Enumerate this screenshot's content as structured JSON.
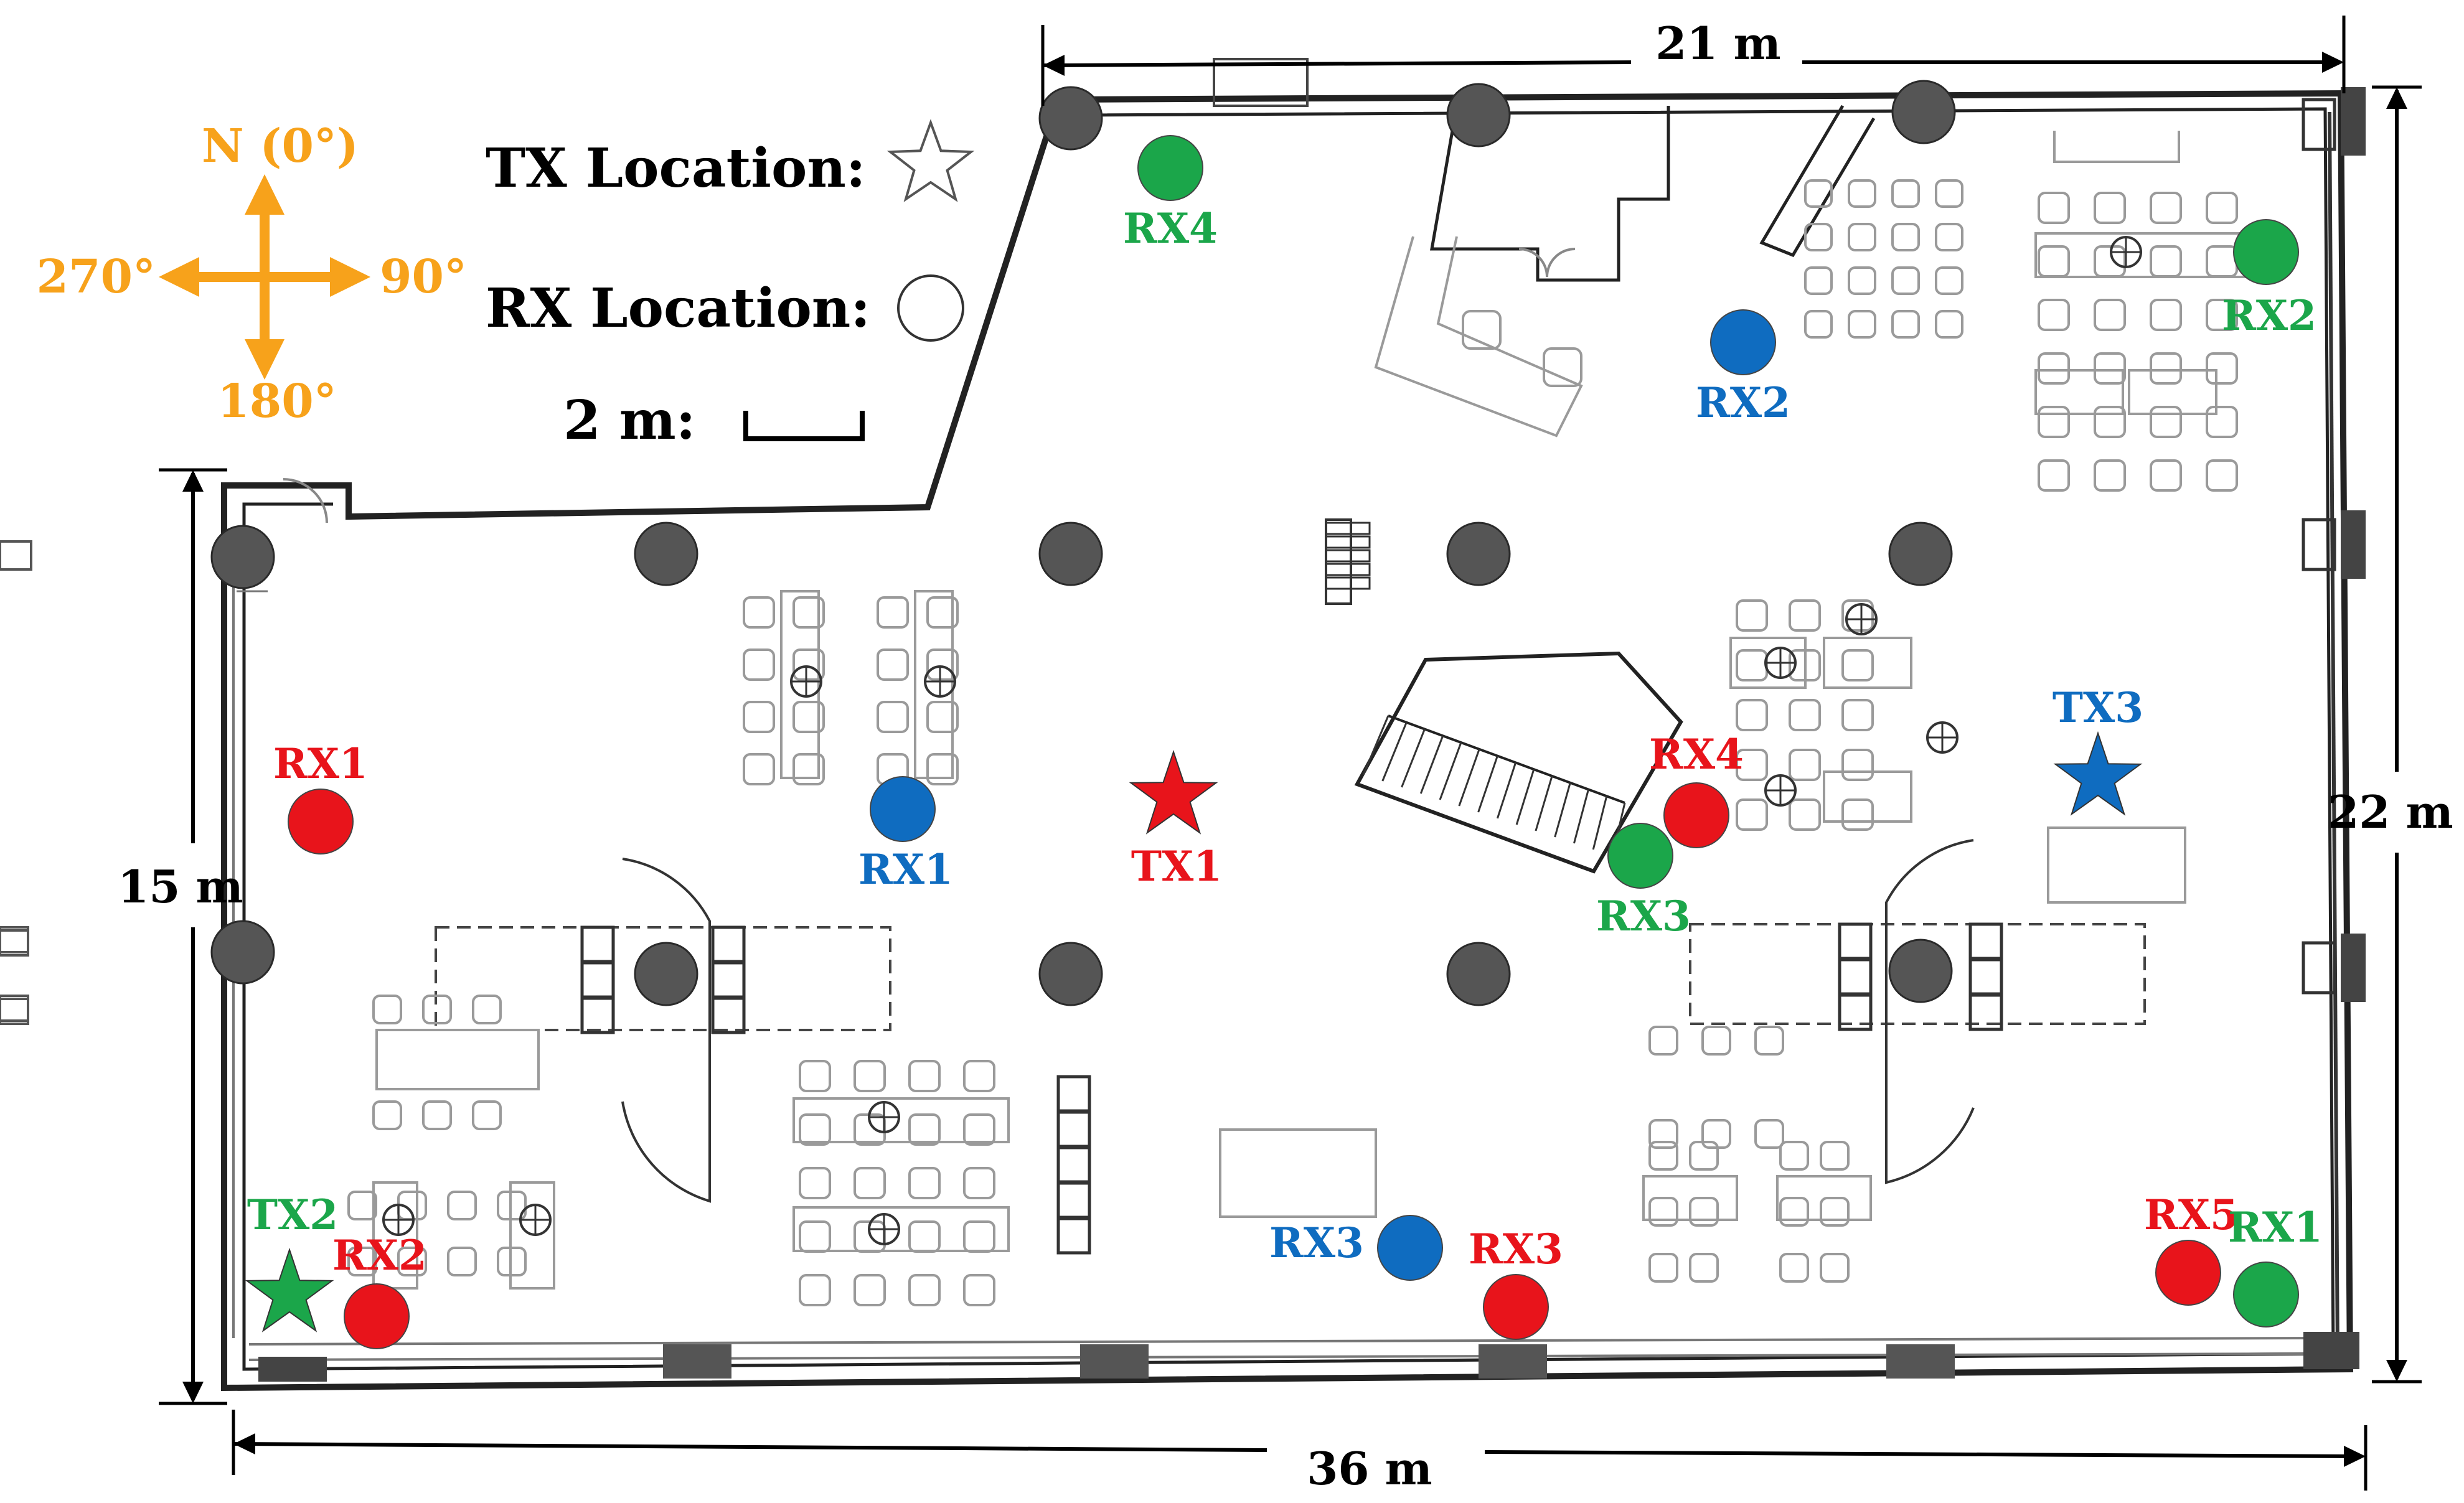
{
  "dimensions": {
    "top": "21 m",
    "bottom": "36 m",
    "left": "15 m",
    "right": "22 m"
  },
  "compass": {
    "north": "N (0°)",
    "east": "90°",
    "south": "180°",
    "west": "270°",
    "color": "#F7A21B"
  },
  "legend": {
    "tx_label": "TX Location:",
    "rx_label": "RX Location:",
    "scale_label": "2 m:"
  },
  "colors": {
    "red": "#E8141B",
    "blue": "#0F6CC0",
    "green": "#1BA64A"
  },
  "transmitters": [
    {
      "id": "TX1",
      "group": "red"
    },
    {
      "id": "TX2",
      "group": "green"
    },
    {
      "id": "TX3",
      "group": "blue"
    }
  ],
  "receivers": {
    "red": [
      "RX1",
      "RX2",
      "RX3",
      "RX4",
      "RX5"
    ],
    "blue": [
      "RX1",
      "RX2",
      "RX3"
    ],
    "green": [
      "RX1",
      "RX2",
      "RX3",
      "RX4"
    ]
  }
}
